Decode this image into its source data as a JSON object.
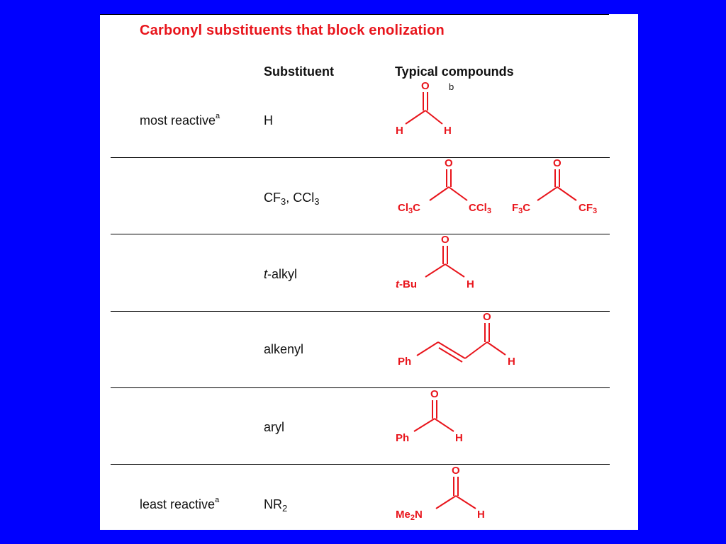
{
  "title": "Carbonyl substituents that block enolization",
  "headers": {
    "substituent": "Substituent",
    "compounds": "Typical compounds",
    "compounds_note": "b"
  },
  "rows": [
    {
      "reactivity": "most reactive",
      "note": "a",
      "substituent": "H",
      "compound": {
        "top": "O",
        "left": "H",
        "right": "H"
      }
    },
    {
      "substituent_parts": [
        "CF",
        "3",
        ", CCl",
        "3"
      ],
      "compound1": {
        "top": "O",
        "left": "Cl",
        "left_sub": "3",
        "left_end": "C",
        "right": "CCl",
        "right_sub": "3"
      },
      "compound2": {
        "top": "O",
        "left": "F",
        "left_sub": "3",
        "left_end": "C",
        "right": "CF",
        "right_sub": "3"
      }
    },
    {
      "substituent_italic": "t",
      "substituent_rest": "-alkyl",
      "compound": {
        "top": "O",
        "left_italic": "t",
        "left_rest": "-Bu",
        "right": "H"
      }
    },
    {
      "substituent": "alkenyl",
      "compound": {
        "top": "O",
        "left": "Ph",
        "right": "H"
      }
    },
    {
      "substituent": "aryl",
      "compound": {
        "top": "O",
        "left": "Ph",
        "right": "H"
      }
    },
    {
      "reactivity": "least reactive",
      "note": "a",
      "substituent": "NR",
      "substituent_sub": "2",
      "compound": {
        "top": "O",
        "left": "Me",
        "left_sub": "2",
        "left_end": "N",
        "right": "H"
      }
    }
  ],
  "colors": {
    "background": "#0000ff",
    "accent": "#e8141b",
    "text": "#111111"
  }
}
